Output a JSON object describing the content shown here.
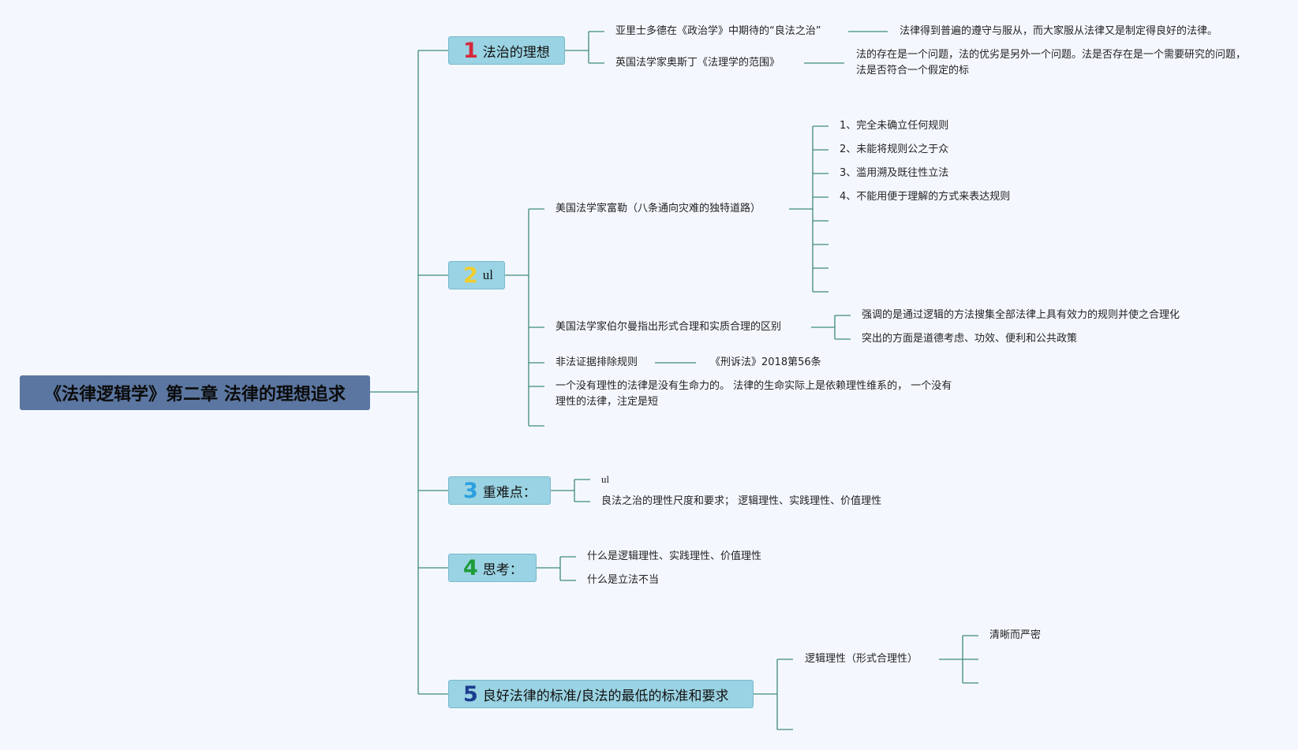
{
  "root": {
    "title": "《法律逻辑学》第二章 法律的理想追求"
  },
  "topics": [
    {
      "number": "1",
      "number_color": "#d6283a",
      "label": "法治的理想",
      "children": [
        {
          "text": "亚里士多德在《政治学》中期待的“良法之治”",
          "detail": "法律得到普遍的遵守与服从，而大家服从法律又是制定得良好的法律。"
        },
        {
          "text": "英国法学家奥斯丁《法理学的范围》",
          "detail": "法的存在是一个问题，法的优劣是另外一个问题。法是否存在是一个需要研究的问题，法是否符合一个假定的标"
        }
      ]
    },
    {
      "number": "2",
      "number_color": "#f2cd2e",
      "label": "ul",
      "children": [
        {
          "text": "美国法学家富勒（八条通向灾难的独特道路）",
          "items": [
            "1、完全未确立任何规则",
            "2、未能将规则公之于众",
            "3、滥用溯及既往性立法",
            "4、不能用便于理解的方式来表达规则",
            "",
            "",
            "",
            ""
          ]
        },
        {
          "text": "美国法学家伯尔曼指出形式合理和实质合理的区别",
          "items": [
            "强调的是通过逻辑的方法搜集全部法律上具有效力的规则并使之合理化",
            "突出的方面是道德考虑、功效、便利和公共政策"
          ]
        },
        {
          "text": "非法证据排除规则",
          "detail": "《刑诉法》2018第56条"
        },
        {
          "text": "一个没有理性的法律是没有生命力的。 法律的生命实际上是依赖理性维系的， 一个没有理性的法律，注定是短"
        },
        {
          "text": ""
        }
      ]
    },
    {
      "number": "3",
      "number_color": "#2c9fe0",
      "label": "重难点：",
      "children": [
        {
          "text": "ul"
        },
        {
          "text": "良法之治的理性尺度和要求； 逻辑理性、实践理性、价值理性"
        }
      ]
    },
    {
      "number": "4",
      "number_color": "#1e9c3a",
      "label": "思考：",
      "children": [
        {
          "text": "什么是逻辑理性、实践理性、价值理性"
        },
        {
          "text": "什么是立法不当"
        }
      ]
    },
    {
      "number": "5",
      "number_color": "#1b3d8f",
      "label": "良好法律的标准/良法的最低的标准和要求",
      "children": [
        {
          "text": "逻辑理性（形式合理性）",
          "items": [
            "清晰而严密",
            "",
            ""
          ]
        },
        {
          "text": ""
        }
      ]
    }
  ],
  "colors": {
    "background": "#f4f8fe",
    "root_fill": "#5b76a0",
    "topic_fill": "#9ad3e3",
    "connector": "#3f8a78"
  }
}
